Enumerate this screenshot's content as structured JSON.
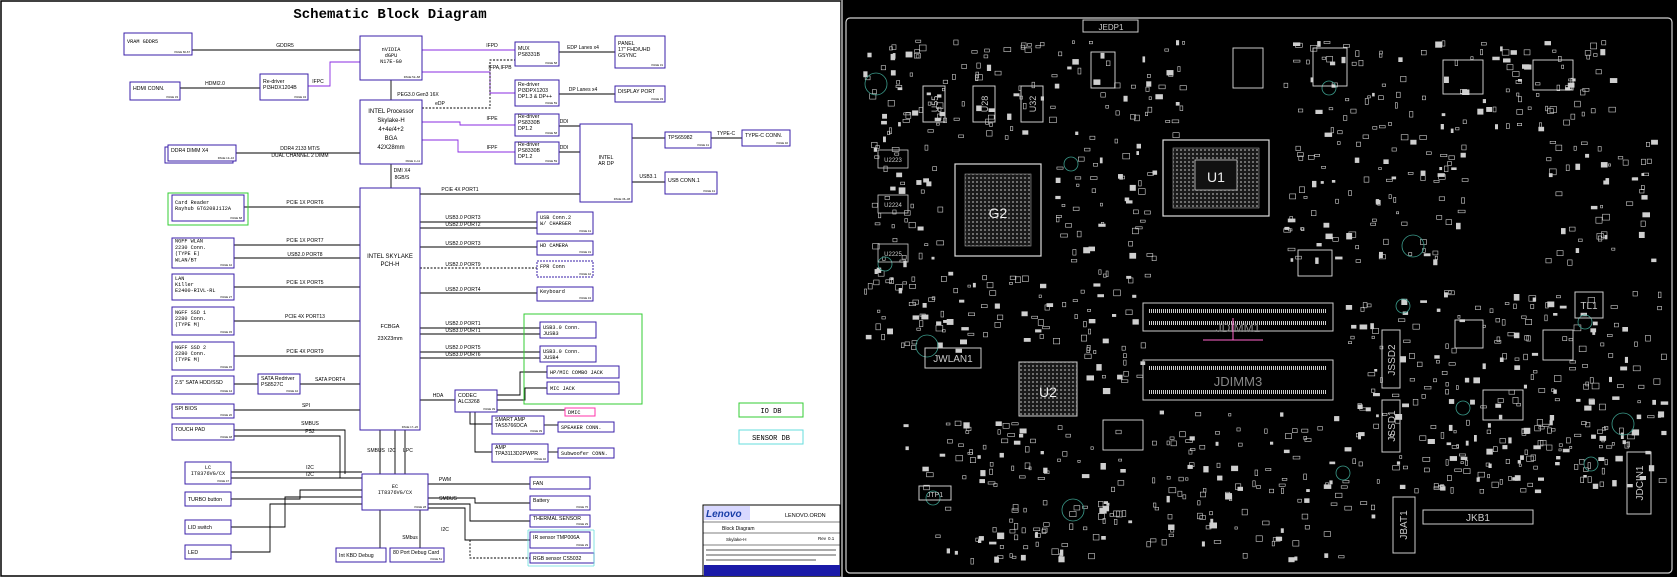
{
  "diagram_title": "Schematic Block Diagram",
  "blocks": {
    "vram": {
      "lines": [
        "VRAM GDDR5"
      ],
      "page": "PAGE 66-67"
    },
    "gpu": {
      "lines": [
        "nVIDIA",
        "dGPU",
        "N17E-G0"
      ],
      "page": "PAGE 52~68"
    },
    "mux": {
      "lines": [
        "MUX",
        "PS8331B"
      ],
      "page": "PAGE 58"
    },
    "panel": {
      "lines": [
        "PANEL",
        "17\" FHD/UHD",
        "GSYNC"
      ],
      "page": "PAGE 31"
    },
    "hdmi_conn": {
      "lines": [
        "HDMI CONN."
      ],
      "page": "PAGE 33"
    },
    "redriver_hdmi": {
      "lines": [
        "Re-driver",
        "PI3HDX1204B"
      ],
      "page": "PAGE 34"
    },
    "redriver_dp_top": {
      "lines": [
        "Re-driver",
        "PI3DPX1203",
        "DP1.3 & DP++"
      ],
      "page": "PAGE 59"
    },
    "display_port": {
      "lines": [
        "DISPLAY PORT"
      ],
      "page": "PAGE 33"
    },
    "cpu": {
      "lines": [
        "INTEL Processor",
        "Skylake-H",
        "4+4e/4+2",
        "BGA",
        "42X28mm"
      ],
      "page": "PAGE 3~11"
    },
    "redriver_ps1": {
      "lines": [
        "Re-driver",
        "PS8330B",
        "DP1.2"
      ],
      "page": "PAGE 58"
    },
    "redriver_ps2": {
      "lines": [
        "Re-driver",
        "PS8330B",
        "DP1.2"
      ],
      "page": "PAGE 59"
    },
    "intel_ar_dp": {
      "lines": [
        "INTEL",
        "AR DP"
      ],
      "page": "PAGE 36~38"
    },
    "tps65982": {
      "lines": [
        "TPS65982"
      ],
      "page": "PAGE 41"
    },
    "typec_conn": {
      "lines": [
        "TYPE-C CONN."
      ],
      "page": "PAGE 40"
    },
    "ddr4": {
      "lines": [
        "DDR4 DIMM X4"
      ],
      "page": "PAGE 13~16"
    },
    "usb_conn1": {
      "lines": [
        "USB CONN.1"
      ],
      "page": "PAGE 41"
    },
    "card_reader": {
      "lines": [
        "Card Reader",
        "Rayhub GT6208J1I2A"
      ],
      "page": "PAGE 68"
    },
    "pch": {
      "lines": [
        "INTEL SKYLAKE",
        "PCH-H",
        "FCBGA",
        "23X23mm"
      ],
      "page": "PAGE 17~26"
    },
    "usb_conn2": {
      "lines": [
        "USB Conn.2",
        "W/ CHARGER"
      ],
      "page": "PAGE 41"
    },
    "wlan": {
      "lines": [
        "NGFF WLAN",
        "2230 Conn.",
        "(TYPE E)",
        "WLAN/BT"
      ],
      "page": "PAGE 42"
    },
    "hd_camera": {
      "lines": [
        "HD CAMERA"
      ],
      "page": "PAGE 31"
    },
    "fpr_conn": {
      "lines": [
        "FPR Conn"
      ],
      "page": "PAGE 42"
    },
    "lan": {
      "lines": [
        "LAN",
        "Killer",
        "E2400-RIVL-RL"
      ],
      "page": "PAGE 27"
    },
    "keyboard": {
      "lines": [
        "Keyboard"
      ],
      "page": "PAGE 43"
    },
    "ssd1": {
      "lines": [
        "NGFF SSD 1",
        "2280 Conn.",
        "(TYPE M)"
      ],
      "page": "PAGE 45"
    },
    "usb30_a": {
      "lines": [
        "USB3.0 Conn.",
        "JUSB3"
      ],
      "page": ""
    },
    "ssd2": {
      "lines": [
        "NGFF SSD 2",
        "2280 Conn.",
        "(TYPE M)"
      ],
      "page": "PAGE 45"
    },
    "usb30_b": {
      "lines": [
        "USB3.0 Conn.",
        "JUSB4"
      ],
      "page": ""
    },
    "hp_mic": {
      "lines": [
        "HP/MIC COMBO JACK"
      ],
      "page": ""
    },
    "sata_hdd": {
      "lines": [
        "2.5\" SATA HDD/SSD"
      ],
      "page": "PAGE 44"
    },
    "sata_redriver": {
      "lines": [
        "SATA Redriver",
        "PS8527C"
      ],
      "page": "PAGE 42"
    },
    "mic_jack": {
      "lines": [
        "MIC JACK"
      ],
      "page": ""
    },
    "codec": {
      "lines": [
        "CODEC",
        "ALC3268"
      ],
      "page": "PAGE 39"
    },
    "dmic": {
      "lines": [
        "DMIC"
      ],
      "page": ""
    },
    "spi_bios": {
      "lines": [
        "SPI BIOS"
      ],
      "page": "PAGE 20"
    },
    "smart_amp": {
      "lines": [
        "SMART AMP",
        "TAS5766DCA"
      ],
      "page": "PAGE 39"
    },
    "speaker_conn": {
      "lines": [
        "SPEAKER CONN."
      ],
      "page": ""
    },
    "touch_pad": {
      "lines": [
        "TOUCH PAD"
      ],
      "page": "PAGE 48"
    },
    "amp": {
      "lines": [
        "AMP",
        "TPA3113D2PWPR"
      ],
      "page": "PAGE 40"
    },
    "subwoofer": {
      "lines": [
        "Subwoofer CONN."
      ],
      "page": ""
    },
    "lc": {
      "lines": [
        "LC",
        "IT8376VG/CX"
      ],
      "page": "PAGE 47"
    },
    "ec": {
      "lines": [
        "EC",
        "IT8376VG/CX"
      ],
      "page": "PAGE 28"
    },
    "fan": {
      "lines": [
        "FAN"
      ],
      "page": ""
    },
    "turbo": {
      "lines": [
        "TURBO button"
      ],
      "page": ""
    },
    "battery": {
      "lines": [
        "Battery"
      ],
      "page": "PAGE 75"
    },
    "thermal": {
      "lines": [
        "THERMAL SENSOR"
      ],
      "page": "PAGE 29"
    },
    "lid_switch": {
      "lines": [
        "LID switch"
      ],
      "page": ""
    },
    "ir_sensor": {
      "lines": [
        "IR sensor  TMP006A"
      ],
      "page": "PAGE 29"
    },
    "led": {
      "lines": [
        "LED"
      ],
      "page": ""
    },
    "int_kbd": {
      "lines": [
        "Int KBD Debug"
      ],
      "page": ""
    },
    "debug_card": {
      "lines": [
        "80 Port Debug Card"
      ],
      "page": "PAGE 51"
    },
    "rgb_sensor": {
      "lines": [
        "RGB sensor CS5032"
      ],
      "page": ""
    }
  },
  "signals": {
    "gddr5": "GDDR5",
    "hdmi20": "HDMI2.0",
    "ifpc": "IFPC",
    "ifpd": "IFPD",
    "edp_lanes": "EDP Lanes x4",
    "ifpa": "IFPA,IFPB",
    "dp_lanes": "DP Lanes x4",
    "peg": "PEG3.0 Gen3 16X",
    "edp": "eDP",
    "ifpe": "IFPE",
    "ifpf": "IFPF",
    "ddi1": "DDI",
    "ddi2": "DDI",
    "typec": "TYPE-C",
    "ddr4": "DDR4 2133 MT/S",
    "dual_channel": "DUAL CHANNEL 2 DIMM",
    "dmi": "DMI X4",
    "dmi_speed": "8GB/S",
    "usb31": "USB3.1",
    "pcie4x_top": "PCIE 4X  PORT1",
    "pcie1x_p6": "PCIE 1X  PORT6",
    "pcie1x_p7": "PCIE 1X  PORT7",
    "usb20_p8": "USB2.0  PORT8",
    "pcie1x_p5": "PCIE 1X  PORT5",
    "pcie4x_p13": "PCIE 4X  PORT13",
    "pcie4x_p9": "PCIE 4X  PORT9",
    "sata_p4": "SATA  PORT4",
    "spi": "SPI",
    "smbus_tp": "SMBUS",
    "ps2": "PS2",
    "hda": "HDA",
    "smbus": "SMBUS",
    "i2c": "I2C",
    "lpc": "LPC",
    "i2c_lc1": "I2C",
    "i2c_lc2": "I2C",
    "pwm": "PWM",
    "smbus_batt": "SMBUS",
    "smbus_dbg": "SMbus",
    "i2c_ir": "I2C",
    "usb30_p3": "USB3.0  PORT3",
    "usb20_p2": "USB2.0  PORT2",
    "usb20_p3": "USB2.0  PORT3",
    "usb20_p9": "USB2.0  PORT9",
    "usb20_p4": "USB2.0  PORT4",
    "usb20_p1": "USB2.0  PORT1",
    "usb30_p1": "USB3.0  PORT1",
    "usb20_p5": "USB2.0  PORT5",
    "usb30_p6": "USB3.0  PORT6"
  },
  "legend": {
    "io_db": "IO DB",
    "sensor_db": "SENSOR DB"
  },
  "title_block": {
    "logo": "Lenovo",
    "company": "LENOVO.ORDN",
    "title": "Block Diagram",
    "project": "Skylake-H",
    "rev_label": "Rev",
    "rev": "0.1"
  },
  "pcb": {
    "labels": {
      "jedp1": "JEDP1",
      "u1": "U1",
      "g2": "G2",
      "u2": "U2",
      "jdimm1": "JDIMM1",
      "jdimm3": "JDIMM3",
      "jwlan1": "JWLAN1",
      "jssd2": "JSSD2",
      "jssd1": "JSSD1",
      "tl1": "TL1",
      "jbat1": "JBAT1",
      "jkb1": "JKB1",
      "jdcin1": "JDCIN1",
      "u55": "U55",
      "u28": "U28",
      "u32": "U32",
      "jtp1": "JTP1",
      "u2223": "U2223",
      "u2224": "U2224",
      "u2225": "U2225"
    },
    "colors": {
      "bg": "#000000",
      "silk": "#e8e8e8",
      "trace": "#bbbbbb",
      "accent": "#ff66cc"
    }
  },
  "colors": {
    "box": "#3a1fa8",
    "wire": "#000000",
    "purple_wire": "#8a2be2",
    "green": "#33cc33",
    "cyan": "#66dddd",
    "pink": "#ff33aa"
  }
}
